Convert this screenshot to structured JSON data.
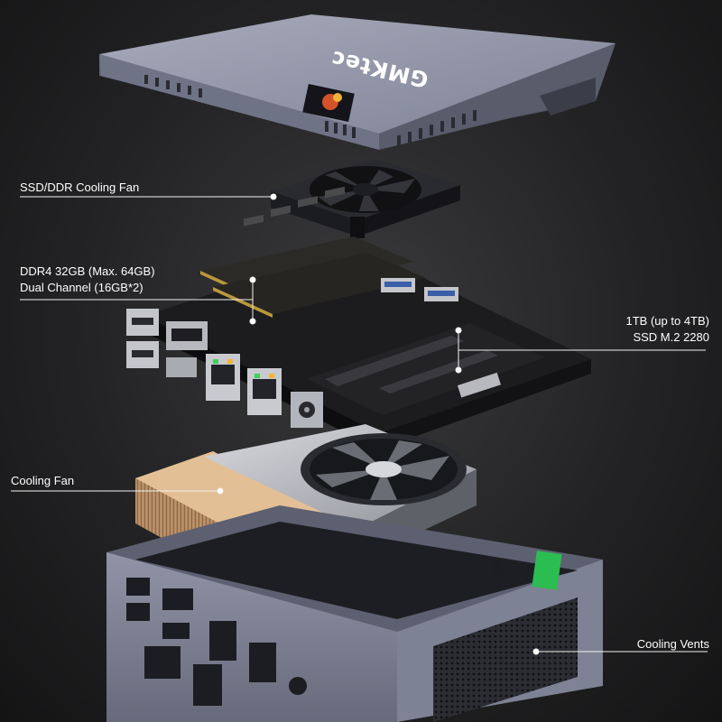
{
  "brand": {
    "logo_text": "GMKtec"
  },
  "callouts": {
    "ssd_ddr_fan": "SSD/DDR Cooling Fan",
    "ddr_line1": "DDR4 32GB (Max. 64GB)",
    "ddr_line2": "Dual Channel (16GB*2)",
    "ssd_line1": "1TB (up to 4TB)",
    "ssd_line2": "SSD M.2 2280",
    "cooling_fan": "Cooling Fan",
    "cooling_vents": "Cooling Vents"
  },
  "colors": {
    "background": "#232325",
    "lid": "#8e93a6",
    "chassis": "#7d8294",
    "pcb": "#1c1c1e",
    "heatsink": "#c9a27a",
    "label_text": "#ffffff",
    "port_accent": "#3cd25a"
  }
}
